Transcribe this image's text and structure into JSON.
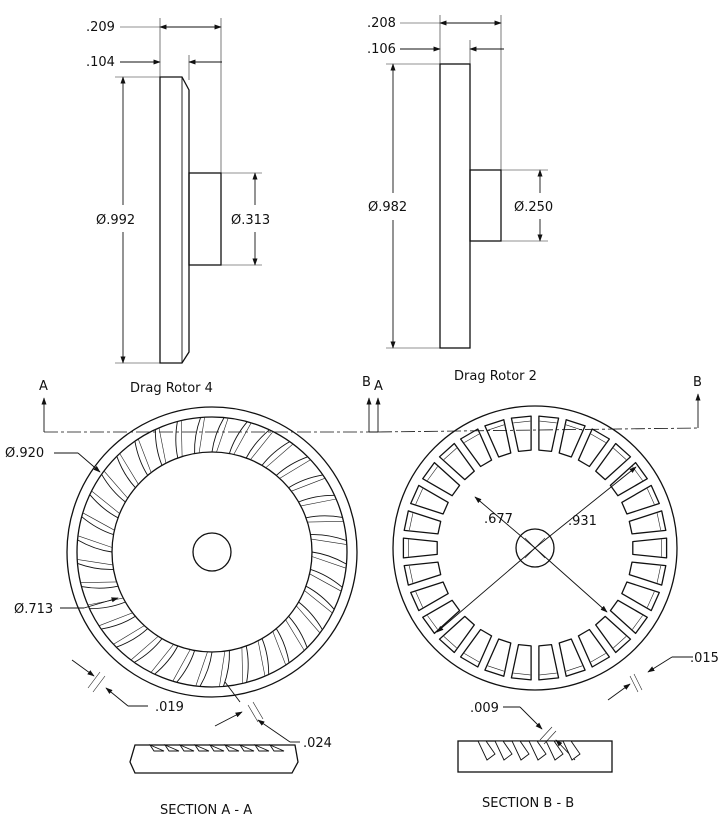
{
  "rotor4": {
    "caption": "Drag Rotor 4",
    "dim_overall_thickness": ".209",
    "dim_disc_thickness": ".104",
    "dim_outer_diameter": "Ø.992",
    "dim_hub_diameter": "Ø.313",
    "dim_vane_outer": "Ø.920",
    "dim_vane_inner": "Ø.713",
    "dim_rib_width": ".019",
    "dim_depth": ".024",
    "vane_count": 36,
    "section_caption": "SECTION A - A"
  },
  "rotor2": {
    "caption": "Drag Rotor 2",
    "dim_overall_thickness": ".208",
    "dim_disc_thickness": ".106",
    "dim_outer_diameter": "Ø.982",
    "dim_hub_diameter": "Ø.250",
    "dim_inner_radius": ".677",
    "dim_outer_radius": ".931",
    "dim_rib_width": ".015",
    "dim_depth": ".009",
    "pocket_count": 30,
    "section_caption": "SECTION B - B"
  },
  "section_markers": {
    "a_left": "A",
    "a_right": "A",
    "b_left": "B",
    "b_right": "B"
  }
}
